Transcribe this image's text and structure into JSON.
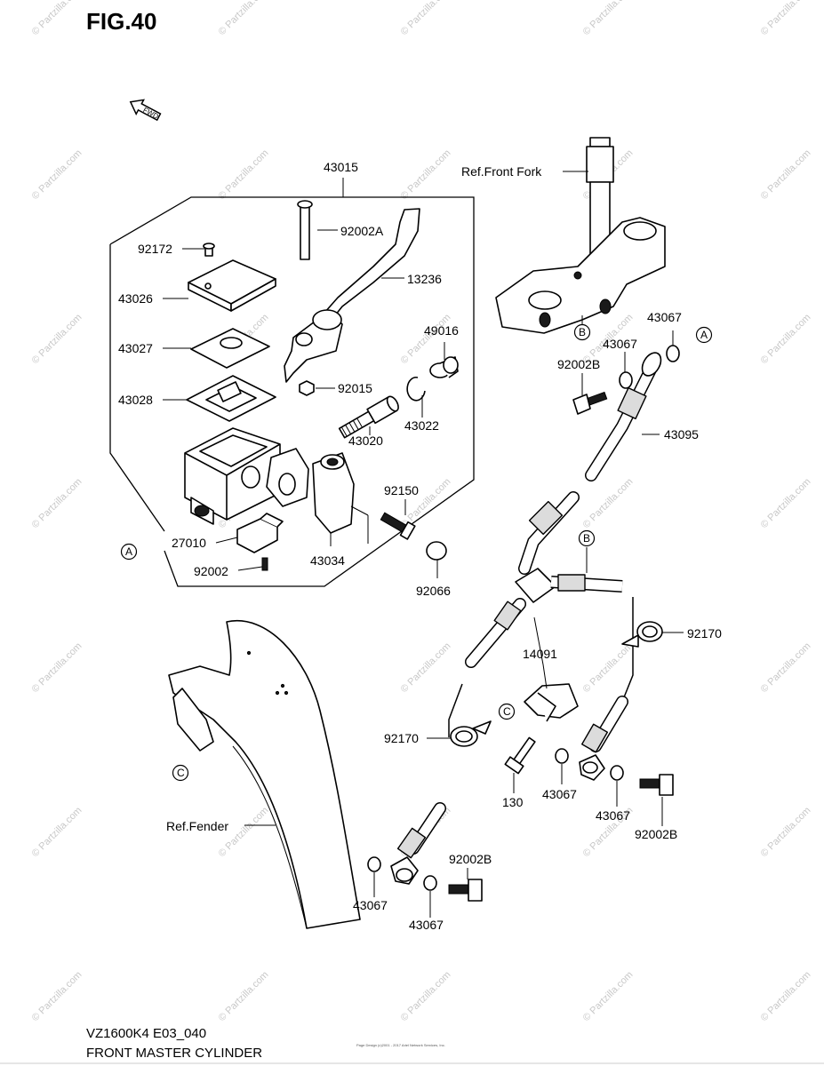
{
  "header": {
    "fig": "FIG.40",
    "fwd": "FWD"
  },
  "labels": {
    "p43015": "43015",
    "ref_front_fork": "Ref.Front Fork",
    "p92172": "92172",
    "p92002a": "92002A",
    "p13236": "13236",
    "p43026": "43026",
    "p49016": "49016",
    "p43027": "43027",
    "p92015": "92015",
    "p43028": "43028",
    "p43020": "43020",
    "p43022": "43022",
    "p92150": "92150",
    "p27010": "27010",
    "p43034": "43034",
    "p92002": "92002",
    "p92066": "92066",
    "p43067_a": "43067",
    "p43067_b": "43067",
    "p92002b_a": "92002B",
    "p43095": "43095",
    "p92170_a": "92170",
    "p14091": "14091",
    "p92170_b": "92170",
    "p130": "130",
    "p43067_c": "43067",
    "p43067_d": "43067",
    "p92002b_b": "92002B",
    "ref_fender": "Ref.Fender",
    "p92002b_c": "92002B",
    "p43067_e": "43067",
    "p43067_f": "43067"
  },
  "markers": {
    "a1": "A",
    "a2": "A",
    "b1": "B",
    "b2": "B",
    "c1": "C",
    "c2": "C"
  },
  "footer": {
    "model": "VZ1600K4 E03_040",
    "name": "FRONT MASTER CYLINDER",
    "copyright": "Page Design (c)2001 - 2017 Ariel Network Services, Inc."
  },
  "watermark": "© Partzilla.com"
}
